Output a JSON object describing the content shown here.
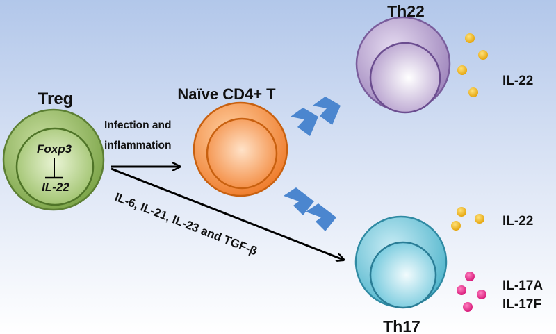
{
  "cells": {
    "treg": {
      "title": "Treg",
      "gene_top": "Foxp3",
      "gene_bottom": "IL-22"
    },
    "naive": {
      "title": "Naïve CD4+ T"
    },
    "th22": {
      "title": "Th22"
    },
    "th17": {
      "title": "Th17"
    }
  },
  "arrows": {
    "infection": {
      "line1": "Infection and",
      "line2": "inflammation"
    },
    "cytokines": {
      "label": "IL-6, IL-21, IL-23 and TGF-β"
    }
  },
  "secreted": {
    "th22_il22": "IL-22",
    "th17_il22": "IL-22",
    "th17_il17a": "IL-17A",
    "th17_il17f": "IL-17F"
  },
  "colors": {
    "treg": "#8db35a",
    "naive": "#f28b3c",
    "th22": "#a88fc2",
    "th17": "#5bbfd4",
    "chevron": "#4b86cf",
    "il22_dot": "#f3b61b",
    "il17_dot": "#e8298a"
  }
}
